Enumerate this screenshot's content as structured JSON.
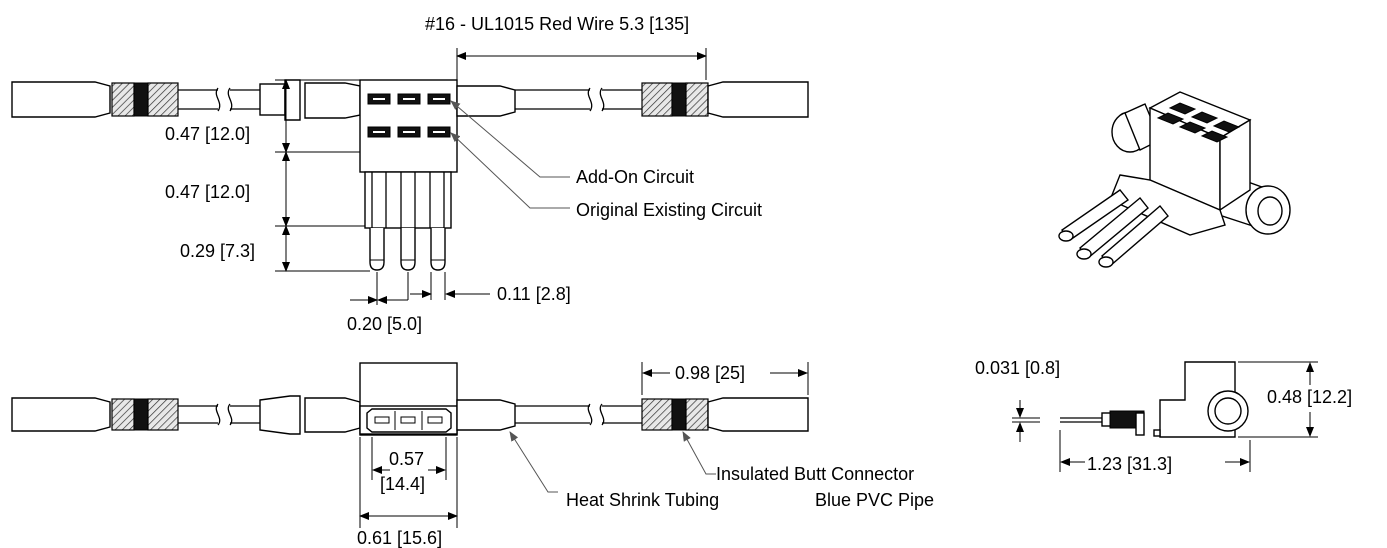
{
  "labels": {
    "wire_spec": "#16 - UL1015 Red Wire 5.3 [135]",
    "dim_047_top": "0.47 [12.0]",
    "dim_047_mid": "0.47 [12.0]",
    "dim_029": "0.29 [7.3]",
    "dim_011": "0.11 [2.8]",
    "dim_020": "0.20 [5.0]",
    "add_on_circuit": "Add-On Circuit",
    "original_circuit": "Original Existing Circuit",
    "dim_098": "0.98 [25]",
    "dim_057_line1": "0.57",
    "dim_057_line2": "[14.4]",
    "dim_061": "0.61 [15.6]",
    "heat_shrink": "Heat Shrink Tubing",
    "butt_connector_line1": "Insulated Butt Connector",
    "butt_connector_line2": "Blue PVC Pipe",
    "dim_0031": "0.031 [0.8]",
    "dim_048": "0.48 [12.2]",
    "dim_123": "1.23 [31.3]"
  }
}
